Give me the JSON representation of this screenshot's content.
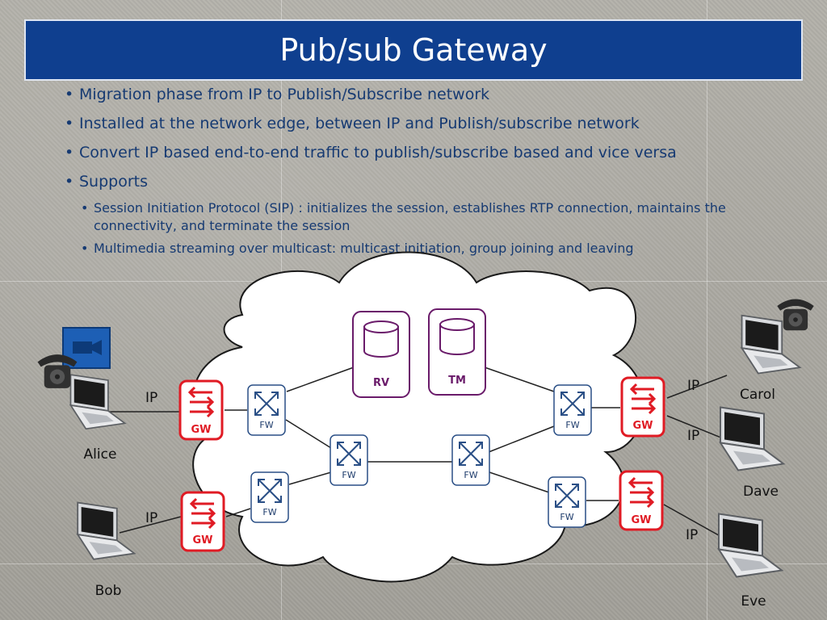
{
  "slide": {
    "title": "Pub/sub Gateway",
    "bullets": [
      "Migration phase from IP to Publish/Subscribe network",
      "Installed at the network edge, between IP and Publish/subscribe network",
      "Convert IP based end-to-end traffic to publish/subscribe based and vice versa",
      "Supports"
    ],
    "sub_bullets": [
      "Session Initiation Protocol (SIP) : initializes the session, establishes RTP connection, maintains the connectivity, and terminate the session",
      "Multimedia streaming over multicast: multicast initiation, group joining and leaving"
    ]
  },
  "diagram": {
    "gateway_label": "GW",
    "firewall_label": "FW",
    "ip_label": "IP",
    "servers": {
      "rv": "RV",
      "tm": "TM"
    },
    "users": {
      "alice": "Alice",
      "bob": "Bob",
      "carol": "Carol",
      "dave": "Dave",
      "eve": "Eve"
    }
  },
  "colors": {
    "title_bg": "#0f3f8f",
    "bullet_text": "#163a72",
    "gateway_red": "#e01b24",
    "server_purple": "#6a1b6a",
    "firewall_blue": "#2a4f86"
  }
}
